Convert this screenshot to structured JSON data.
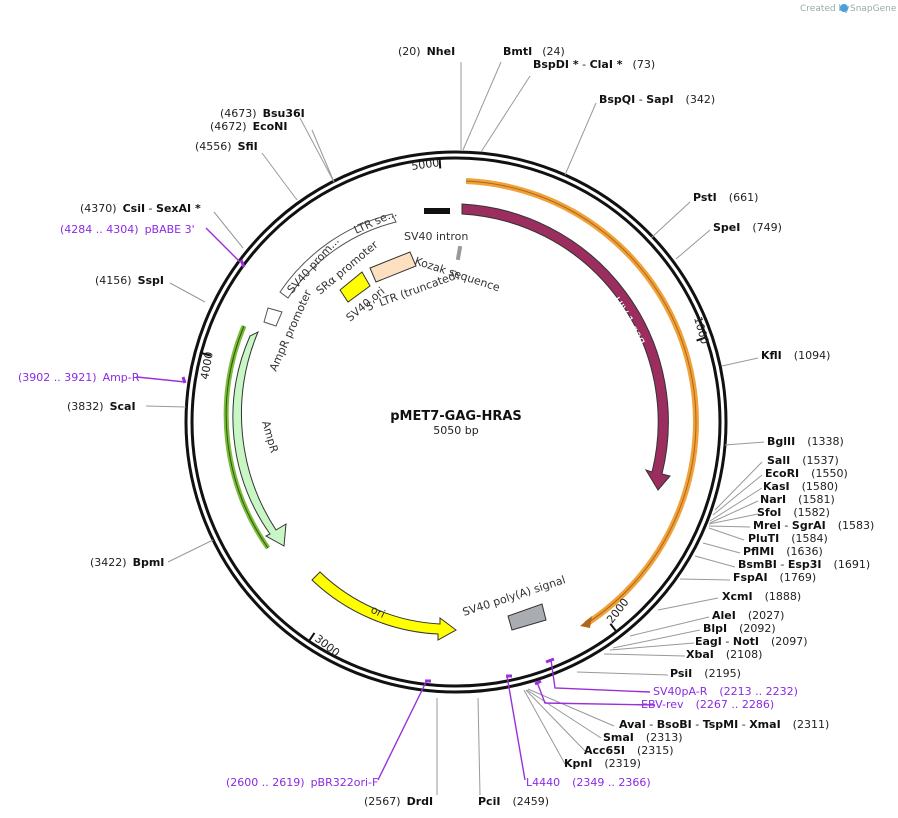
{
  "branding": {
    "created_by": "Created by",
    "app": "SnapGene"
  },
  "plasmid": {
    "name": "pMET7-GAG-HRAS",
    "length_label": "5050 bp",
    "length": 5050
  },
  "ticks": [
    "1000",
    "2000",
    "3000",
    "4000",
    "5000"
  ],
  "sites": [
    {
      "pos": "(20)",
      "names": [
        "NheI"
      ]
    },
    {
      "pos": "(24)",
      "names": [
        "BmtI"
      ]
    },
    {
      "pos": "(73)",
      "names": [
        "BspDI *",
        "ClaI *"
      ]
    },
    {
      "pos": "(342)",
      "names": [
        "BspQI",
        "SapI"
      ]
    },
    {
      "pos": "(661)",
      "names": [
        "PstI"
      ]
    },
    {
      "pos": "(749)",
      "names": [
        "SpeI"
      ]
    },
    {
      "pos": "(1094)",
      "names": [
        "KflI"
      ]
    },
    {
      "pos": "(1338)",
      "names": [
        "BglII"
      ]
    },
    {
      "pos": "(1537)",
      "names": [
        "SalI"
      ]
    },
    {
      "pos": "(1550)",
      "names": [
        "EcoRI"
      ]
    },
    {
      "pos": "(1580)",
      "names": [
        "KasI"
      ]
    },
    {
      "pos": "(1581)",
      "names": [
        "NarI"
      ]
    },
    {
      "pos": "(1582)",
      "names": [
        "SfoI"
      ]
    },
    {
      "pos": "(1583)",
      "names": [
        "MreI",
        "SgrAI"
      ]
    },
    {
      "pos": "(1584)",
      "names": [
        "PluTI"
      ]
    },
    {
      "pos": "(1636)",
      "names": [
        "PflMI"
      ]
    },
    {
      "pos": "(1691)",
      "names": [
        "BsmBI",
        "Esp3I"
      ]
    },
    {
      "pos": "(1769)",
      "names": [
        "FspAI"
      ]
    },
    {
      "pos": "(1888)",
      "names": [
        "XcmI"
      ]
    },
    {
      "pos": "(2027)",
      "names": [
        "AleI"
      ]
    },
    {
      "pos": "(2092)",
      "names": [
        "BlpI"
      ]
    },
    {
      "pos": "(2097)",
      "names": [
        "EagI",
        "NotI"
      ]
    },
    {
      "pos": "(2108)",
      "names": [
        "XbaI"
      ]
    },
    {
      "pos": "(2195)",
      "names": [
        "PsiI"
      ]
    },
    {
      "pos": "(2311)",
      "names": [
        "AvaI",
        "BsoBI",
        "TspMI",
        "XmaI"
      ]
    },
    {
      "pos": "(2313)",
      "names": [
        "SmaI"
      ]
    },
    {
      "pos": "(2315)",
      "names": [
        "Acc65I"
      ]
    },
    {
      "pos": "(2319)",
      "names": [
        "KpnI"
      ]
    },
    {
      "pos": "(2459)",
      "names": [
        "PciI"
      ]
    },
    {
      "pos": "(2567)",
      "names": [
        "DrdI"
      ]
    },
    {
      "pos": "(3422)",
      "names": [
        "BpmI"
      ]
    },
    {
      "pos": "(3832)",
      "names": [
        "ScaI"
      ]
    },
    {
      "pos": "(4156)",
      "names": [
        "SspI"
      ]
    },
    {
      "pos": "(4370)",
      "names": [
        "CsiI",
        "SexAI *"
      ]
    },
    {
      "pos": "(4556)",
      "names": [
        "SfiI"
      ]
    },
    {
      "pos": "(4672)",
      "names": [
        "EcoNI"
      ]
    },
    {
      "pos": "(4673)",
      "names": [
        "Bsu36I"
      ]
    }
  ],
  "primers": [
    {
      "name": "SV40pA-R",
      "range": "(2213 .. 2232)"
    },
    {
      "name": "EBV-rev",
      "range": "(2267 .. 2286)"
    },
    {
      "name": "L4440",
      "range": "(2349 .. 2366)"
    },
    {
      "name": "pBR322ori-F",
      "range": "(2600 .. 2619)"
    },
    {
      "name": "Amp-R",
      "range": "(3902 .. 3921)"
    },
    {
      "name": "pBABE 3'",
      "range": "(4284 .. 4304)"
    }
  ],
  "features": {
    "hiv_gag": "HIV-1 gag",
    "sv40_intron": "SV40 intron",
    "kozak": "Kozak sequence",
    "ltr_truncated": "5' LTR (truncated)",
    "sv40_ori": "SV40 ori",
    "sra_promoter": "SRα promoter",
    "ltr_seq": "LTR se...",
    "sv40_prom": "SV40 prom...",
    "ampr_promoter": "AmpR promoter",
    "ampr": "AmpR",
    "ori": "ori",
    "sv40_polya": "SV40 poly(A) signal"
  },
  "colors": {
    "gag": "#9b2e5f",
    "gag_orf": "#f0a23a",
    "ampr": "#c8f7c5",
    "ampr_orf": "#7dbb3a",
    "ori": "#ffff00",
    "kozak": "#fde0c0",
    "polya": "#a9acb0",
    "primer": "#9b30d9",
    "outline": "#111111"
  }
}
